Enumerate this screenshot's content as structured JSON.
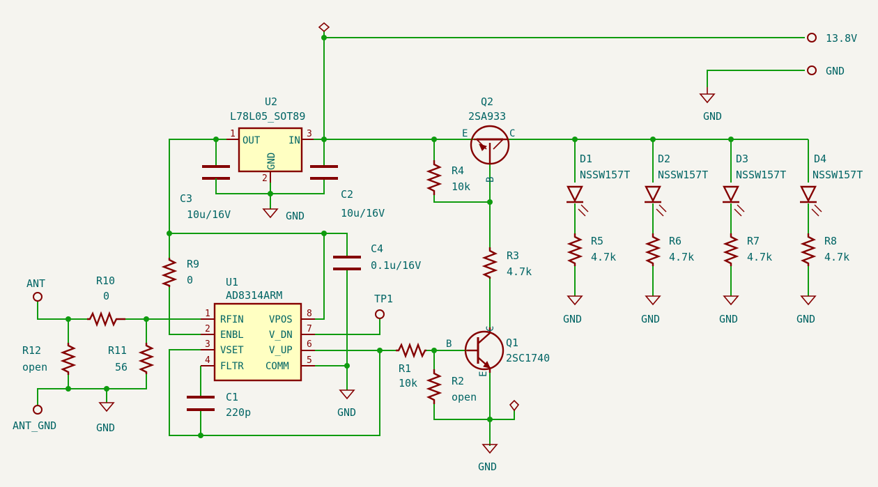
{
  "nets": {
    "v13_8": "13.8V",
    "gnd": "GND",
    "ant": "ANT",
    "ant_gnd": "ANT_GND",
    "tp1": "TP1"
  },
  "components": {
    "U1": {
      "ref": "U1",
      "value": "AD8314ARM",
      "pins": {
        "p1": "RFIN",
        "p2": "ENBL",
        "p3": "VSET",
        "p4": "FLTR",
        "p5": "COMM",
        "p6": "V_UP",
        "p7": "V_DN",
        "p8": "VPOS"
      },
      "nums": {
        "p1": "1",
        "p2": "2",
        "p3": "3",
        "p4": "4",
        "p5": "5",
        "p6": "6",
        "p7": "7",
        "p8": "8"
      }
    },
    "U2": {
      "ref": "U2",
      "value": "L78L05_SOT89",
      "pins": {
        "out": "OUT",
        "in": "IN",
        "gnd": "GND"
      },
      "nums": {
        "out": "1",
        "in": "3",
        "gnd": "2"
      }
    },
    "Q1": {
      "ref": "Q1",
      "value": "2SC1740",
      "b": "B",
      "c": "C",
      "e": "E"
    },
    "Q2": {
      "ref": "Q2",
      "value": "2SA933",
      "b": "B",
      "c": "C",
      "e": "E"
    },
    "C1": {
      "ref": "C1",
      "value": "220p"
    },
    "C2": {
      "ref": "C2",
      "value": "10u/16V"
    },
    "C3": {
      "ref": "C3",
      "value": "10u/16V"
    },
    "C4": {
      "ref": "C4",
      "value": "0.1u/16V"
    },
    "R1": {
      "ref": "R1",
      "value": "10k"
    },
    "R2": {
      "ref": "R2",
      "value": "open"
    },
    "R3": {
      "ref": "R3",
      "value": "4.7k"
    },
    "R4": {
      "ref": "R4",
      "value": "10k"
    },
    "R5": {
      "ref": "R5",
      "value": "4.7k"
    },
    "R6": {
      "ref": "R6",
      "value": "4.7k"
    },
    "R7": {
      "ref": "R7",
      "value": "4.7k"
    },
    "R8": {
      "ref": "R8",
      "value": "4.7k"
    },
    "R9": {
      "ref": "R9",
      "value": "0"
    },
    "R10": {
      "ref": "R10",
      "value": "0"
    },
    "R11": {
      "ref": "R11",
      "value": "56"
    },
    "R12": {
      "ref": "R12",
      "value": "open"
    },
    "D1": {
      "ref": "D1",
      "value": "NSSW157T"
    },
    "D2": {
      "ref": "D2",
      "value": "NSSW157T"
    },
    "D3": {
      "ref": "D3",
      "value": "NSSW157T"
    },
    "D4": {
      "ref": "D4",
      "value": "NSSW157T"
    }
  },
  "colors": {
    "background": "#f5f4ef",
    "wire": "#0f9b0f",
    "symbol": "#840000",
    "text": "#006464",
    "ic_fill": "#ffffc2"
  }
}
